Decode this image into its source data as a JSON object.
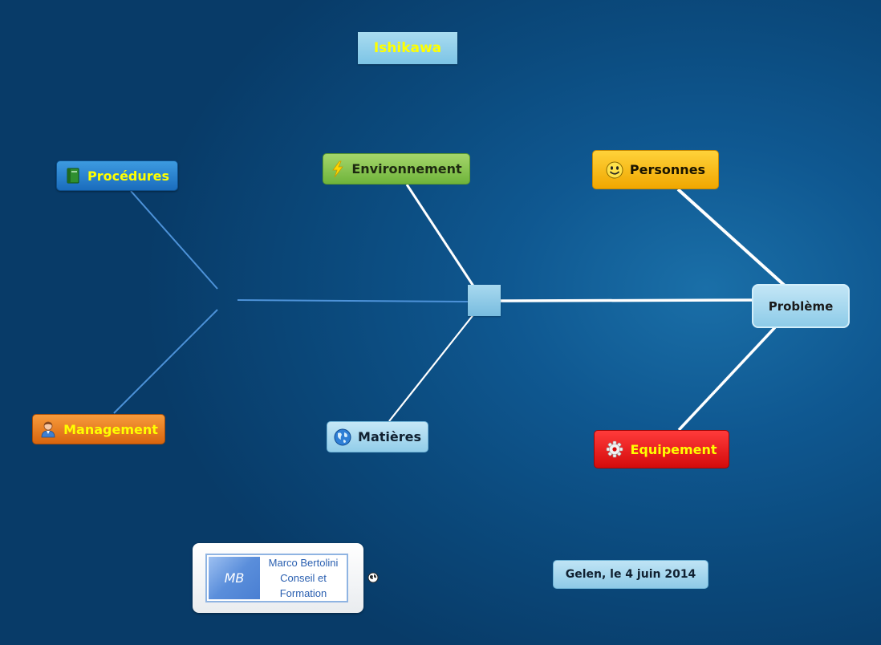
{
  "title": "Ishikawa",
  "topics": {
    "procedures": {
      "label": "Procédures",
      "icon": "green-book-icon"
    },
    "environnement": {
      "label": "Environnement",
      "icon": "lightning-icon"
    },
    "personnes": {
      "label": "Personnes",
      "icon": "smiley-icon"
    },
    "management": {
      "label": "Management",
      "icon": "person-icon"
    },
    "matieres": {
      "label": "Matières",
      "icon": "globe-icon"
    },
    "equipement": {
      "label": "Equipement",
      "icon": "gear-icon"
    }
  },
  "central": {
    "label": "Problème"
  },
  "footer": {
    "date": "Gelen, le 4 juin 2014",
    "logo": {
      "mark": "MB",
      "line1": "Marco Bertolini",
      "line2": "Conseil et",
      "line3": "Formation"
    },
    "link_icon": "globe-link-icon"
  },
  "colors": {
    "background": "#0b4a7d",
    "title_text": "#ffff00",
    "procedures": "#1a6cbd",
    "environnement": "#6fb43b",
    "personnes": "#f0a700",
    "management": "#d9650e",
    "matieres": "#92cde9",
    "equipement": "#d40b0b",
    "probleme": "#8dcbe8"
  }
}
